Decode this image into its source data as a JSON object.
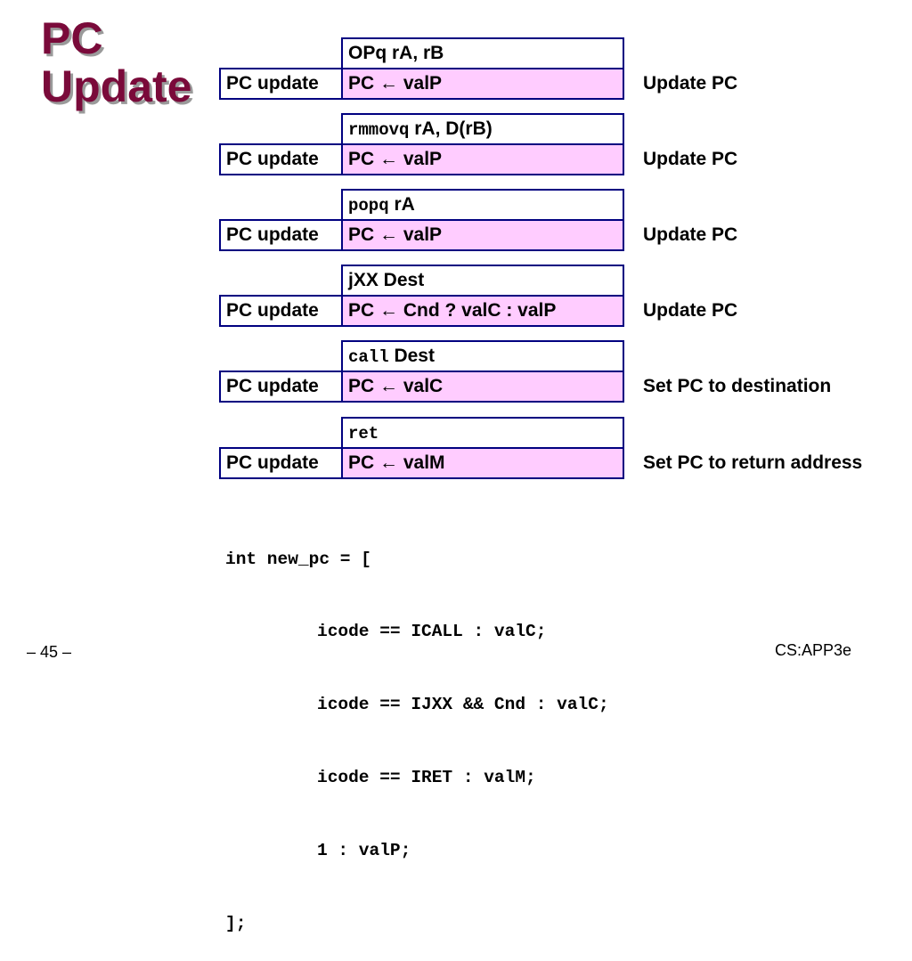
{
  "title_line1": "PC",
  "title_line2": "Update",
  "rows": [
    {
      "label": "PC update",
      "instr_code": "",
      "instr_text": "OPq rA, rB",
      "action": "PC ← valP",
      "desc": "Update PC"
    },
    {
      "label": "PC update",
      "instr_code": "rmmovq",
      "instr_text": " rA, D(rB)",
      "action": "PC ← valP",
      "desc": "Update PC"
    },
    {
      "label": "PC update",
      "instr_code": "popq",
      "instr_text": " rA",
      "action": "PC ← valP",
      "desc": "Update PC"
    },
    {
      "label": "PC update",
      "instr_code": "",
      "instr_text": "jXX Dest",
      "action": "PC ← Cnd ? valC : valP",
      "desc": "Update PC"
    },
    {
      "label": "PC update",
      "instr_code": "call",
      "instr_text": " Dest",
      "action": "PC ← valC",
      "desc": "Set PC to destination"
    },
    {
      "label": "PC update",
      "instr_code": "ret",
      "instr_text": "",
      "action": "PC ← valM",
      "desc": "Set PC to return address"
    }
  ],
  "code_lines": [
    "int new_pc = [",
    "icode == ICALL : valC;",
    "icode == IJXX && Cnd : valC;",
    "icode == IRET : valM;",
    "1 : valP;",
    "];"
  ],
  "footer": {
    "page": "– 45 –",
    "course": "CS:APP3e"
  }
}
